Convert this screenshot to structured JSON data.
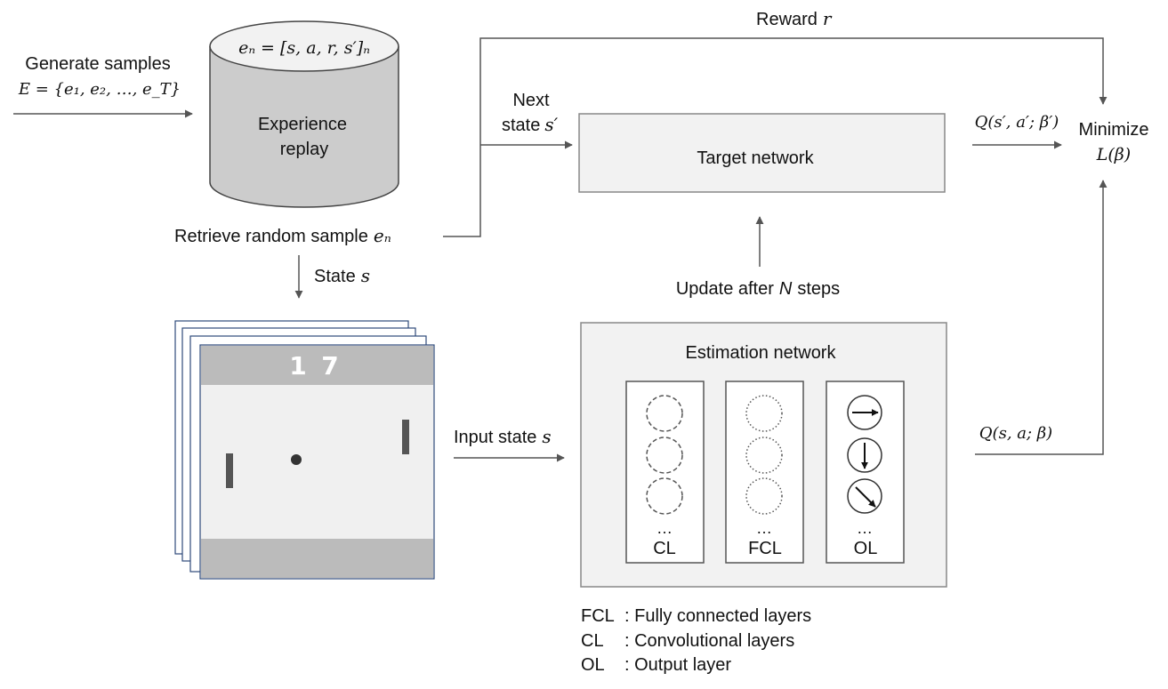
{
  "generate": {
    "label": "Generate samples",
    "formula": "E = {e₁, e₂, …, e_T}"
  },
  "replay": {
    "formula": "eₙ = [s, a, r, s′]ₙ",
    "line1": "Experience",
    "line2": "replay"
  },
  "retrieve": {
    "label": "Retrieve random sample",
    "var": "eₙ"
  },
  "state": {
    "label": "State",
    "var": "s"
  },
  "reward": {
    "label": "Reward",
    "var": "r"
  },
  "next_state": {
    "line1": "Next",
    "line2": "state",
    "var": "s′"
  },
  "target": {
    "label": "Target network"
  },
  "q_target": {
    "formula": "Q(s′, a′; β′)"
  },
  "minimize": {
    "label": "Minimize",
    "formula": "L(β)"
  },
  "update": {
    "pre": "Update after",
    "n": "N",
    "post": "steps"
  },
  "input_state": {
    "label": "Input state",
    "var": "s"
  },
  "estimation": {
    "title": "Estimation network",
    "layers": [
      {
        "ellipsis": "…",
        "label": "CL"
      },
      {
        "ellipsis": "…",
        "label": "FCL"
      },
      {
        "ellipsis": "…",
        "label": "OL"
      }
    ]
  },
  "q_est": {
    "formula": "Q(s, a; β)"
  },
  "game": {
    "score_left": "1",
    "score_right": "7"
  },
  "legend": [
    {
      "abbr": "FCL",
      "text": ": Fully connected layers"
    },
    {
      "abbr": "CL",
      "text": ": Convolutional layers"
    },
    {
      "abbr": "OL",
      "text": ": Output layer"
    }
  ]
}
